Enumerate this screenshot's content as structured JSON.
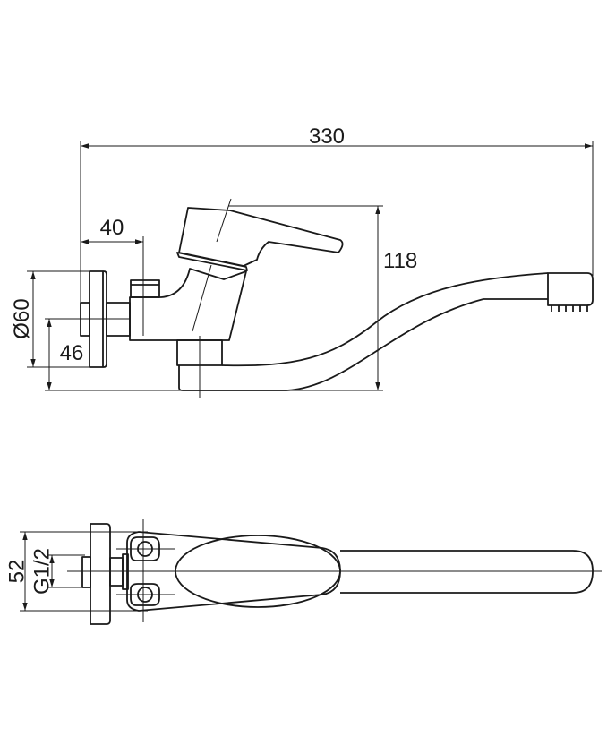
{
  "drawing": {
    "side_view": {
      "overall_length": "330",
      "wall_to_body": "40",
      "height": "118",
      "flange_diameter": "Ø60",
      "outlet_height": "46"
    },
    "top_view": {
      "width": "52",
      "thread": "G1/2"
    },
    "line_color": "#1a1a1a"
  }
}
